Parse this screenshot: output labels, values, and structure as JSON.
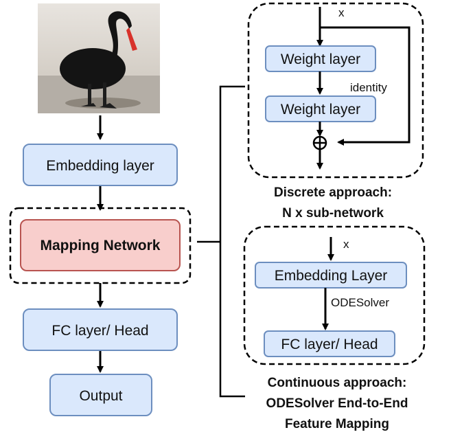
{
  "main_flow": {
    "embedding": "Embedding layer",
    "mapping": "Mapping Network",
    "fc_head": "FC layer/ Head",
    "output": "Output"
  },
  "discrete": {
    "input": "x",
    "weight1": "Weight layer",
    "weight2": "Weight layer",
    "identity": "identity",
    "plus": "+",
    "caption_line1": "Discrete approach:",
    "caption_line2": "N x sub-network"
  },
  "continuous": {
    "input": "x",
    "embedding": "Embedding Layer",
    "solver": "ODESolver",
    "fc_head": "FC layer/ Head",
    "caption_line1": "Continuous approach:",
    "caption_line2": "ODESolver End-to-End",
    "caption_line3": "Feature Mapping"
  },
  "colors": {
    "box_fill": "#dae8fc",
    "box_stroke": "#6c8ebf",
    "mapping_fill": "#f8cecc",
    "mapping_stroke": "#b85450"
  }
}
